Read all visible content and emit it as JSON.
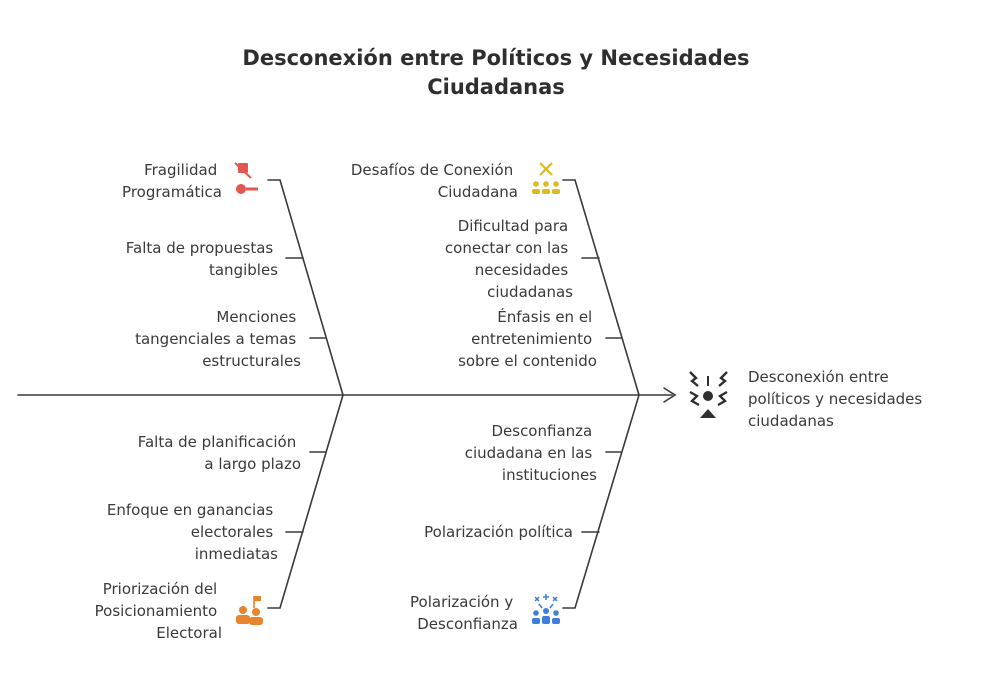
{
  "title": "Desconexión entre Políticos y Necesidades\nCiudadanas",
  "effect": {
    "lines": [
      "Desconexión entre",
      "políticos y necesidades",
      "ciudadanas"
    ],
    "icon": "broken-connection-icon"
  },
  "categories": [
    {
      "lines": [
        "Fragilidad",
        "Programática"
      ],
      "icon": "broken-microphone-icon",
      "color": "#e4574f",
      "causes": [
        {
          "lines": [
            "Falta de propuestas",
            "tangibles"
          ]
        },
        {
          "lines": [
            "Menciones",
            "tangenciales a temas",
            "estructurales"
          ]
        }
      ]
    },
    {
      "lines": [
        "Desafíos de Conexión",
        "Ciudadana"
      ],
      "icon": "disconnected-people-icon",
      "color": "#e0b91c",
      "causes": [
        {
          "lines": [
            "Dificultad para",
            "conectar con las",
            "necesidades",
            "ciudadanas"
          ]
        },
        {
          "lines": [
            "Énfasis en el",
            "entretenimiento",
            "sobre el contenido"
          ]
        }
      ]
    },
    {
      "lines": [
        "Priorización del",
        "Posicionamiento",
        "Electoral"
      ],
      "icon": "election-candidates-icon",
      "color": "#e8842c",
      "causes": [
        {
          "lines": [
            "Falta de planificación",
            "a largo plazo"
          ]
        },
        {
          "lines": [
            "Enfoque en ganancias",
            "electorales",
            "inmediatas"
          ]
        }
      ]
    },
    {
      "lines": [
        "Polarización y",
        "Desconfianza"
      ],
      "icon": "divided-group-icon",
      "color": "#3f7fd9",
      "causes": [
        {
          "lines": [
            "Desconfianza",
            "ciudadana en las",
            "instituciones"
          ]
        },
        {
          "lines": [
            "Polarización política"
          ]
        }
      ]
    }
  ]
}
